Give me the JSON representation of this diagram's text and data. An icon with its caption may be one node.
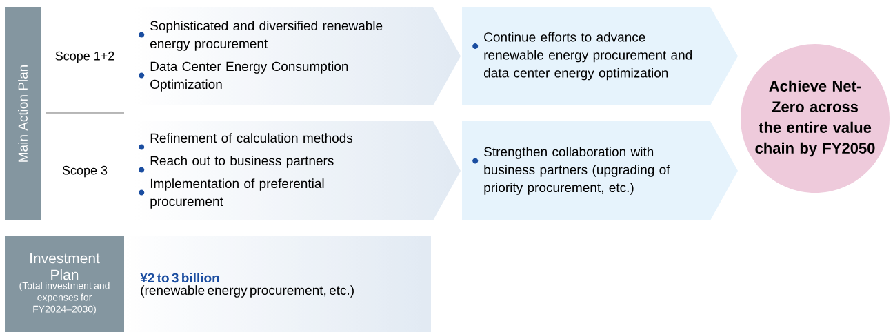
{
  "diagram": {
    "nodes": [
      {
        "text": [
          "Main Action Plan"
        ]
      },
      {
        "text": [
          "Sophisticated and diversified renewable energy procurement",
          "Data Center Energy Consumption Optimization"
        ]
      },
      {
        "text": [
          "Continue efforts to advance renewable energy procurement and data center energy optimization"
        ]
      },
      {
        "text": [
          "Refinement of calculation methods",
          "Reach out to business partners",
          "Implementation of preferential procurement"
        ]
      },
      {
        "text": [
          "Strengthen collaboration with business partners (upgrading of priority procurement, etc.)"
        ]
      },
      {
        "text": [
          "Achieve Net-Zero across the entire value chain by FY2050"
        ]
      },
      {
        "text": [
          "Investment Plan",
          "(Total investment and expenses for FY2024–2030)"
        ]
      },
      {
        "text": [
          "¥2 to 3 billion",
          "(renewable energy procurement, etc.)"
        ]
      }
    ],
    "labels": [
      "Scope 1+2",
      "Scope 3"
    ]
  }
}
